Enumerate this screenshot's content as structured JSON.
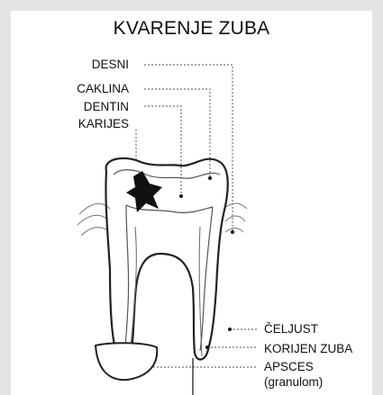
{
  "diagram": {
    "title": "KVARENJE ZUBA",
    "labels": {
      "desni": "DESNI",
      "caklina": "CAKLINA",
      "dentin": "DENTIN",
      "karijes": "KARIJES",
      "celjust": "ČELJUST",
      "korijen_zuba": "KORIJEN ZUBA",
      "apsces_line1": "APSCES",
      "apsces_line2": "(granulom)"
    }
  },
  "colors": {
    "background": "#e4e4e4",
    "panel": "#ffffff",
    "ink": "#111111",
    "leader": "#8a8a8a"
  }
}
